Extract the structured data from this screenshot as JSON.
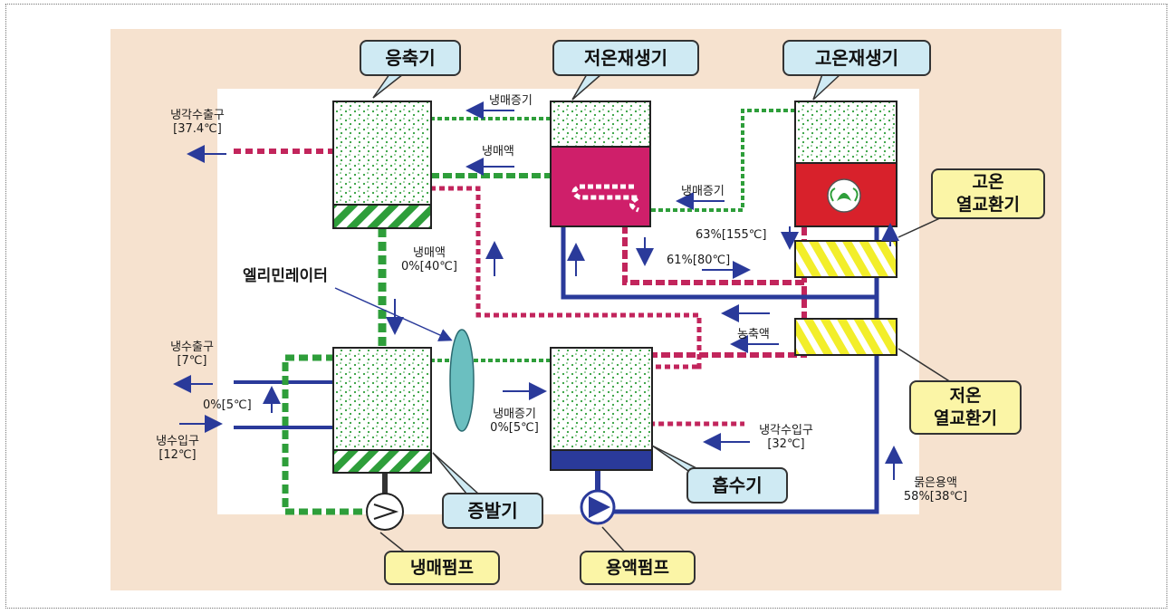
{
  "components": {
    "condenser": "응축기",
    "low_temp_generator": "저온재생기",
    "high_temp_generator": "고온재생기",
    "high_temp_hx_line1": "고온",
    "high_temp_hx_line2": "열교환기",
    "low_temp_hx_line1": "저온",
    "low_temp_hx_line2": "열교환기",
    "evaporator": "증발기",
    "absorber": "흡수기",
    "refrigerant_pump": "냉매펌프",
    "solution_pump": "용액펌프",
    "eliminator": "엘리민레이터"
  },
  "labels": {
    "cooling_water_out": "냉각수출구",
    "cooling_water_out_temp": "[37.4℃]",
    "refrigerant_vapor_top": "냉매증기",
    "refrigerant_liquid_top": "냉매액",
    "refrigerant_vapor_mid": "냉매증기",
    "refrigerant_liquid_left": "냉매액",
    "refrigerant_liquid_left_value": "0%[40℃]",
    "high_hx_value": "63%[155℃]",
    "low_gen_value": "61%[80℃]",
    "concentrated_solution": "농축액",
    "chilled_water_out": "냉수출구",
    "chilled_water_out_temp": "[7℃]",
    "evap_value": "0%[5℃]",
    "chilled_water_in": "냉수입구",
    "chilled_water_in_temp": "[12℃]",
    "evap_vapor": "냉매증기",
    "evap_vapor_value": "0%[5℃]",
    "cooling_water_in": "냉각수입구",
    "cooling_water_in_temp": "[32℃]",
    "dilute_solution": "묽은용액",
    "dilute_solution_value": "58%[38℃]"
  },
  "colors": {
    "background": "#f6e2cf",
    "refrigerant_vapor": "#2e9e3a",
    "dilute_solution_line": "#2a3a9a",
    "concentrated_solution_line": "#c2255c",
    "generator_solution": "#cf1f6a",
    "high_gen_fill": "#d8212b",
    "absorber_bottom": "#2a3a9a",
    "heat_exchanger": "#f2ee2a",
    "eliminator": "#6bbfc0",
    "callout_blue": "#cfeaf3",
    "callout_yellow": "#fbf5a6"
  }
}
